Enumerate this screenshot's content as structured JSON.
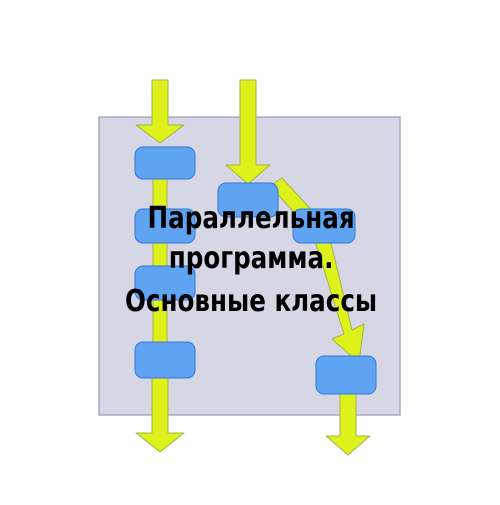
{
  "colors": {
    "background": "#ffffff",
    "panel_fill": "#d6d6e4",
    "panel_border": "#a8a8c8",
    "arrow_fill": "#ddf21a",
    "arrow_stroke": "#a6b24a",
    "block_fill": "#5fa4f3",
    "block_stroke": "#2f78d6",
    "title_text": "#000000"
  },
  "diagram": {
    "title_lines": [
      "Параллельная",
      "программа.",
      "Основные классы"
    ]
  }
}
